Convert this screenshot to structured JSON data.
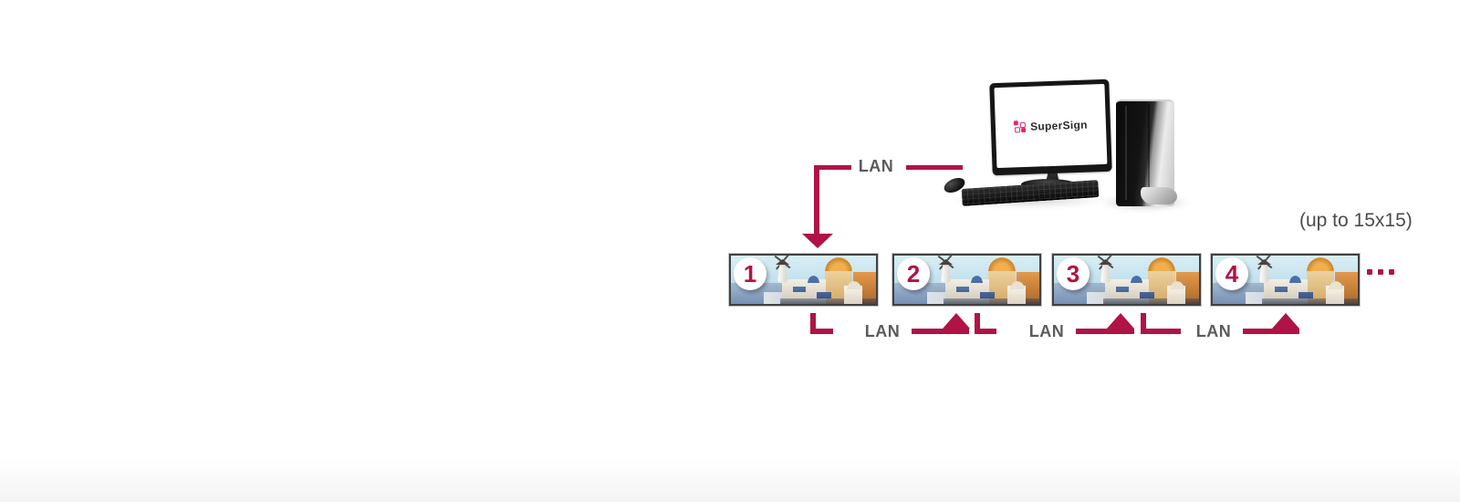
{
  "page": {
    "background": "#ffffff"
  },
  "colors": {
    "accent_crimson": "#b01345",
    "logo_pink": "#e5246e",
    "label_gray": "#5a5b5d"
  },
  "icons": {
    "logo_icon": "supersign-pinwheel-logo-icon",
    "top_arrow": "arrow-down-icon",
    "chain_arrow": "arrow-up-icon",
    "more_indicator": "ellipsis-dots-icon",
    "windmill": "windmill-icon"
  },
  "server": {
    "logo_text": "SuperSign"
  },
  "connections": {
    "top": {
      "label": "LAN"
    },
    "chain": [
      {
        "label": "LAN"
      },
      {
        "label": "LAN"
      },
      {
        "label": "LAN"
      }
    ]
  },
  "displays": [
    {
      "number": "1"
    },
    {
      "number": "2"
    },
    {
      "number": "3"
    },
    {
      "number": "4"
    }
  ],
  "capacity_note": "(up to 15x15)"
}
